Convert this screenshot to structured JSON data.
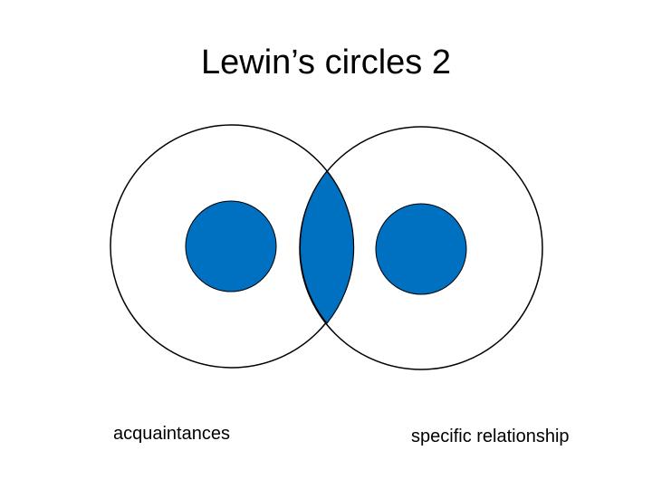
{
  "title": "Lewin’s circles 2",
  "labels": {
    "left": "acquaintances",
    "right": "specific relationship"
  },
  "colors": {
    "fill": "#0070C0",
    "stroke": "#000000",
    "background": "#FFFFFF"
  }
}
